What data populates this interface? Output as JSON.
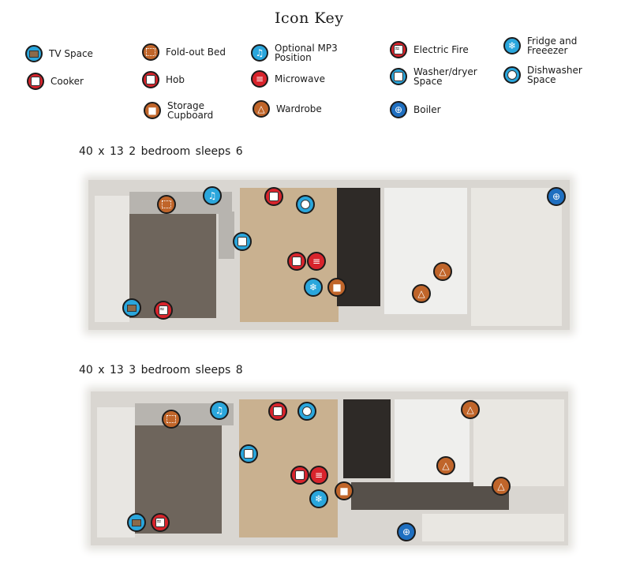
{
  "key": {
    "title": "Icon Key",
    "items": [
      {
        "id": "tv",
        "label": "TV Space",
        "icon": "tv-icon",
        "color": "#2aa6dc"
      },
      {
        "id": "cooker",
        "label": "Cooker",
        "icon": "cooker-icon",
        "color": "#d8242c"
      },
      {
        "id": "bed",
        "label": "Fold-out Bed",
        "icon": "fold-out-bed-icon",
        "color": "#c0652a"
      },
      {
        "id": "hob",
        "label": "Hob",
        "icon": "hob-icon",
        "color": "#d8242c"
      },
      {
        "id": "storage",
        "label": "Storage\nCupboard",
        "icon": "storage-cupboard-icon",
        "color": "#c0652a"
      },
      {
        "id": "mp3",
        "label": "Optional MP3\nPosition",
        "icon": "music-note-icon",
        "color": "#2aa6dc"
      },
      {
        "id": "microwave",
        "label": "Microwave",
        "icon": "microwave-icon",
        "color": "#d8242c"
      },
      {
        "id": "wardrobe",
        "label": "Wardrobe",
        "icon": "hanger-icon",
        "color": "#c0652a"
      },
      {
        "id": "fire",
        "label": "Electric Fire",
        "icon": "electric-fire-icon",
        "color": "#d8242c"
      },
      {
        "id": "washer",
        "label": "Washer/dryer\nSpace",
        "icon": "washer-dryer-icon",
        "color": "#2aa6dc"
      },
      {
        "id": "boiler",
        "label": "Boiler",
        "icon": "boiler-icon",
        "color": "#1f6fc0"
      },
      {
        "id": "fridge",
        "label": "Fridge and\nFreeezer",
        "icon": "snowflake-icon",
        "color": "#2aa6dc"
      },
      {
        "id": "dishwasher",
        "label": "Dishwasher\nSpace",
        "icon": "dishwasher-icon",
        "color": "#2aa6dc"
      }
    ]
  },
  "plans": [
    {
      "caption": "40 x 13 2 bedroom   sleeps 6"
    },
    {
      "caption": "40 x 13 3 bedroom   sleeps 8"
    }
  ]
}
